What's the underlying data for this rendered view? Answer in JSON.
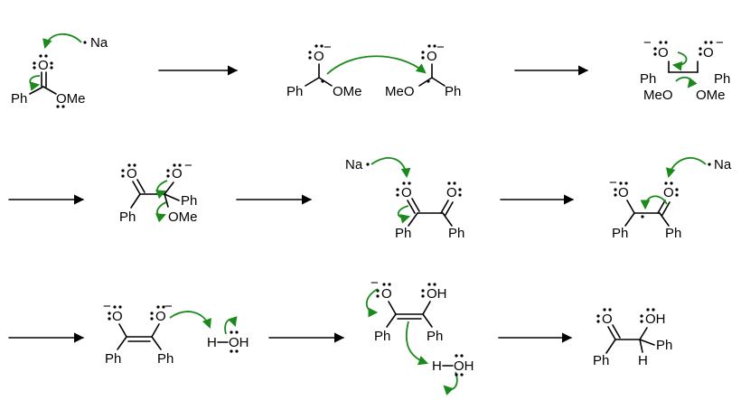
{
  "colors": {
    "ink": "#000000",
    "arrow": "#1a8a1a",
    "background": "#ffffff"
  },
  "labels": {
    "Na": "Na",
    "Ph": "Ph",
    "OMe": "OMe",
    "MeO": "MeO",
    "O": "O",
    "OH": "OH",
    "H": "H",
    "minus": "−"
  }
}
